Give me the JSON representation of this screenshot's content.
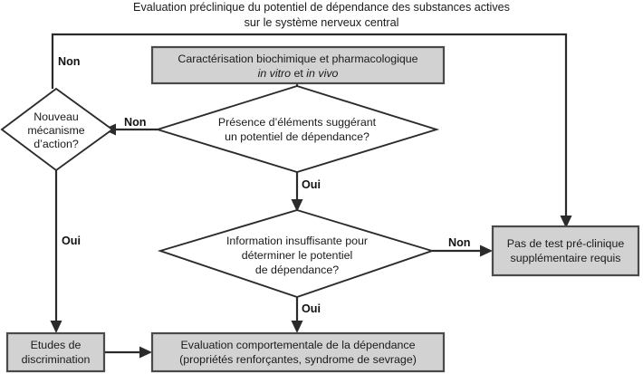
{
  "title": {
    "line1": "Evaluation préclinique du potentiel de dépendance des substances actives",
    "line2": "sur le système nerveux central"
  },
  "nodes": {
    "characterization_box": {
      "line1": "Caractérisation biochimique et pharmacologique",
      "line2_pre": "",
      "line2_italic1": "in vitro",
      "line2_mid": " et ",
      "line2_italic2": "in vivo"
    },
    "new_mechanism_diamond": {
      "line1": "Nouveau",
      "line2": "mécanisme",
      "line3": "d’action?"
    },
    "evidence_diamond": {
      "line1": "Présence d’éléments suggérant",
      "line2": "un potentiel de dépendance?"
    },
    "insufficient_info_diamond": {
      "line1": "Information insuffisante pour",
      "line2": "déterminer le potentiel",
      "line3": "de dépendance?"
    },
    "no_further_testing_box": {
      "line1": "Pas de test pré-clinique",
      "line2": "supplémentaire requis"
    },
    "discrimination_box": {
      "line1": "Etudes de",
      "line2": "discrimination"
    },
    "behavioral_box": {
      "line1": "Evaluation comportementale de la dépendance",
      "line2": "(propriétés renforçantes, syndrome de sevrage)"
    }
  },
  "edge_labels": {
    "top_left_non": "Non",
    "evidence_to_mechanism_non": "Non",
    "evidence_to_insufficient_oui": "Oui",
    "mechanism_to_discrimination_oui": "Oui",
    "insufficient_to_no_test_non": "Non",
    "insufficient_to_behavioral_oui": "Oui"
  },
  "colors": {
    "box_fill": "#d2d2d2",
    "box_stroke": "#4a4a4a",
    "diamond_fill": "#ffffff",
    "diamond_stroke": "#2c2c2c",
    "line": "#2b2b2b",
    "text": "#1a1a1a",
    "background": "#ffffff"
  }
}
